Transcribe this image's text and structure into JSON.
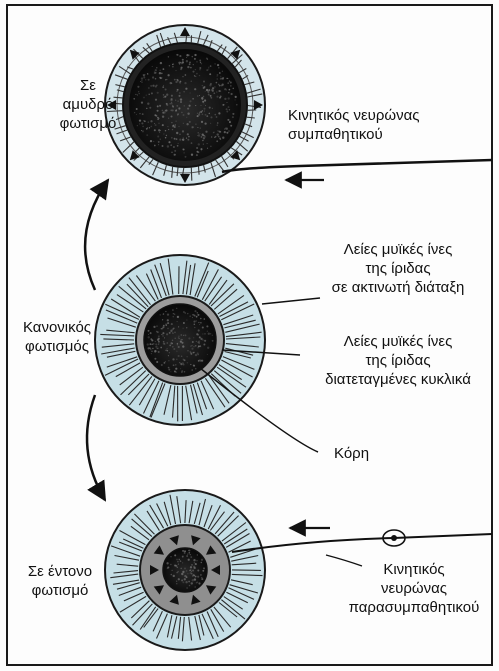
{
  "labels": {
    "dim_light": [
      "Σε",
      "αμυδρό",
      "φωτισμό"
    ],
    "sympathetic": [
      "Κινητικός νευρώνας",
      "συμπαθητικού"
    ],
    "radial_fibers": [
      "Λείες μυϊκές ίνες",
      "της ίριδας",
      "σε ακτινωτή διάταξη"
    ],
    "normal_light": [
      "Κανονικός",
      "φωτισμός"
    ],
    "circular_fibers": [
      "Λείες μυϊκές ίνες",
      "της ίριδας",
      "διατεταγμένες κυκλικά"
    ],
    "pupil": "Κόρη",
    "bright_light": [
      "Σε έντονο",
      "φωτισμό"
    ],
    "parasympathetic": [
      "Κινητικός",
      "νευρώνας",
      "παρασυμπαθητικού"
    ]
  },
  "colors": {
    "iris_fill": "#c6dfe6",
    "ring_fill": "#9d9d9d",
    "pupil_fill": "#0b0b0b",
    "stroke": "#1a1a1a"
  }
}
